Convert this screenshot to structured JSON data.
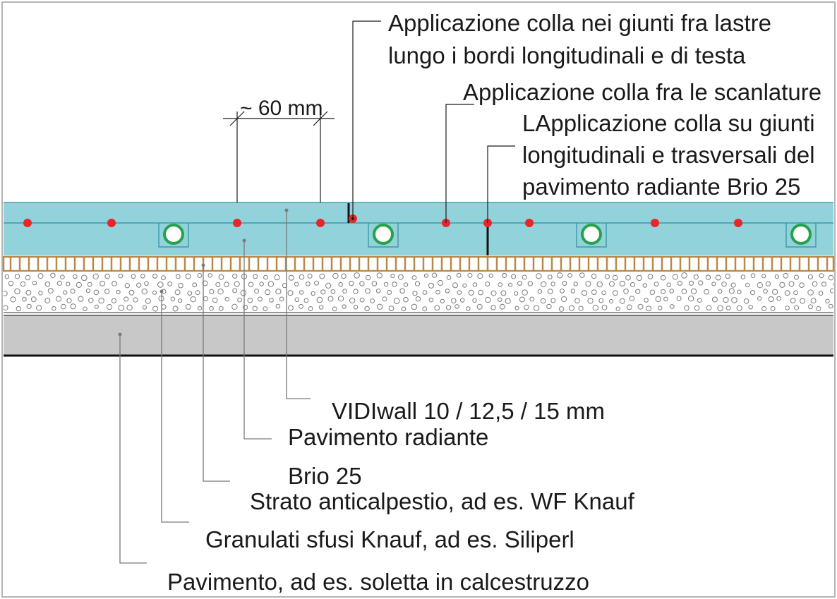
{
  "colors": {
    "board": "#92d2da",
    "board_line": "#2b8fa0",
    "adhesive_dot": "#e8252b",
    "pipe_ring": "#26a24a",
    "insulation": "#b8894a",
    "concrete": "#c8c8c8",
    "leader": "#7a7a7a",
    "text": "#1a1a1a"
  },
  "labels": {
    "glue_joints_line1": "Applicazione colla nei giunti fra lastre",
    "glue_joints_line2": "lungo i bordi longitudinali e di testa",
    "glue_grooves": "Applicazione colla fra le scanlature",
    "glue_brio_line1": "LApplicazione colla su giunti",
    "glue_brio_line2": "longitudinali e trasversali del",
    "glue_brio_line3": "pavimento radiante Brio 25",
    "spacing": "~ 60 mm",
    "vidiwall": "VIDIwall 10 / 12,5 / 15 mm",
    "radiant_floor": "Pavimento radiante",
    "brio": "Brio 25",
    "impact_layer": "Strato anticalpestio, ad es. WF Knauf",
    "granulate": "Granulati sfusi Knauf, ad es. Siliperl",
    "slab": "Pavimento, ad es. soletta in calcestruzzo"
  }
}
